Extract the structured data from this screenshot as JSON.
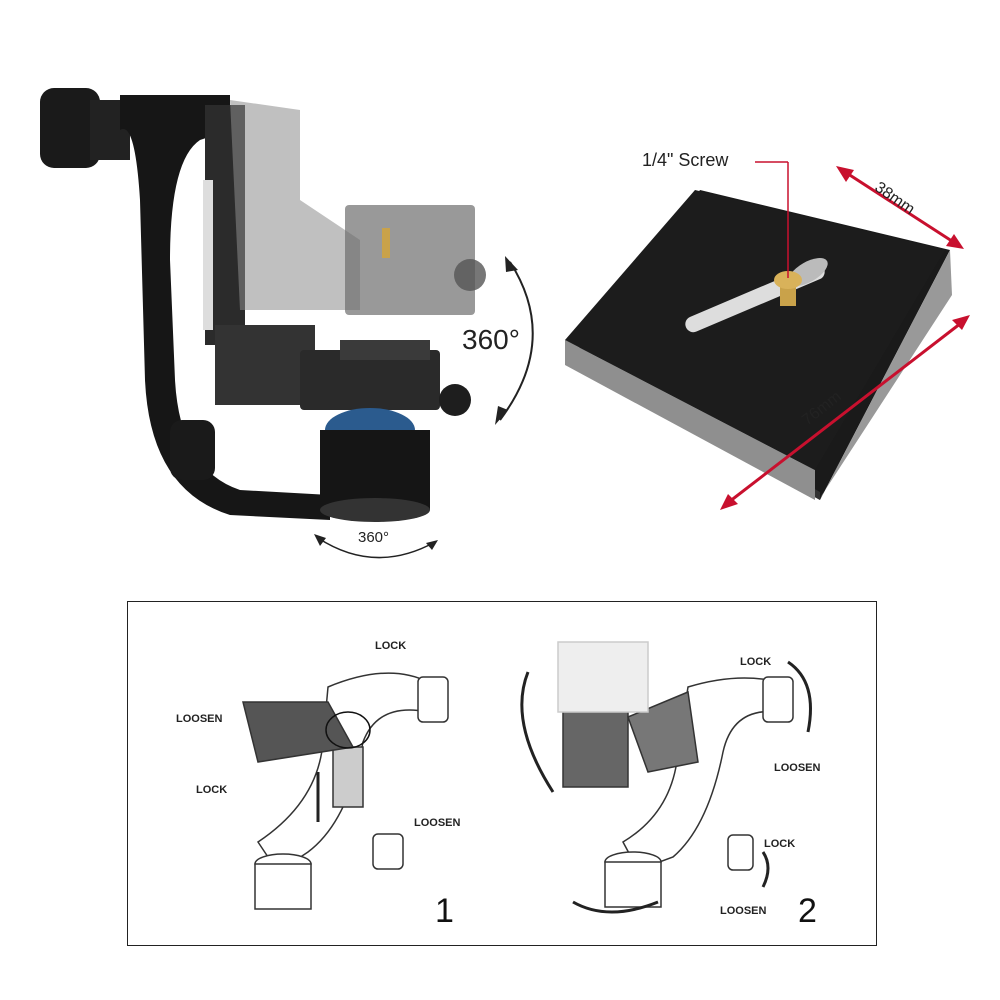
{
  "gimbal_photo": {
    "rotation_vertical": "360°",
    "rotation_base": "360°"
  },
  "quick_release_plate": {
    "screw_label": "1/4\" Screw",
    "width_label": "38mm",
    "length_label": "76mm"
  },
  "instructions": {
    "step1": {
      "number": "1",
      "loosen_top": "LOOSEN",
      "lock_bottom": "LOCK",
      "lock_top": "LOCK",
      "loosen_right": "LOOSEN"
    },
    "step2": {
      "number": "2",
      "lock_top": "LOCK",
      "loosen_mid": "LOOSEN",
      "lock_low": "LOCK",
      "loosen_low": "LOOSEN"
    }
  },
  "colors": {
    "arrow_red": "#c8102e",
    "brass": "#c9a24a",
    "body_black": "#151515"
  }
}
